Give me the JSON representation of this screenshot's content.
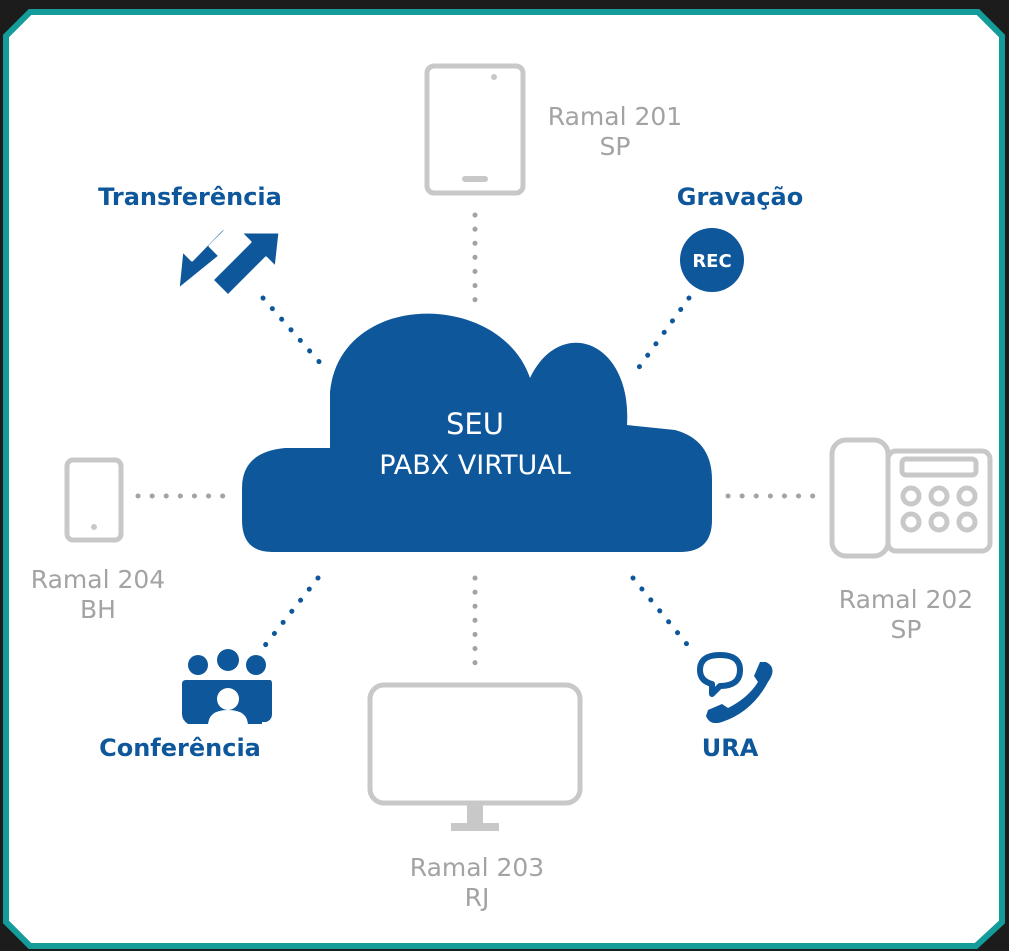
{
  "colors": {
    "frame_fill": "#ffffff",
    "frame_border": "#139c9a",
    "outer_background": "#1c1c1c",
    "cloud": "#0e579b",
    "device": "#c8c8c8",
    "label_gray": "#a3a3a3",
    "connector": "#a3a3a3"
  },
  "cloud": {
    "line1": "SEU",
    "line2": "PABX VIRTUAL"
  },
  "extensions": {
    "ramal_201": {
      "icon": "tablet-icon",
      "line1": "Ramal 201",
      "line2": "SP"
    },
    "ramal_202": {
      "icon": "desk-phone-icon",
      "line1": "Ramal 202",
      "line2": "SP"
    },
    "ramal_203": {
      "icon": "monitor-icon",
      "line1": "Ramal 203",
      "line2": "RJ"
    },
    "ramal_204": {
      "icon": "smartphone-icon",
      "line1": "Ramal 204",
      "line2": "BH"
    }
  },
  "features": {
    "transferencia": {
      "icon": "transfer-arrows-icon",
      "label": "Transferência"
    },
    "gravacao": {
      "icon": "rec-icon",
      "label": "Gravação",
      "badge": "REC"
    },
    "conferencia": {
      "icon": "conference-people-icon",
      "label": "Conferência"
    },
    "ura": {
      "icon": "phone-chat-icon",
      "label": "URA"
    }
  }
}
